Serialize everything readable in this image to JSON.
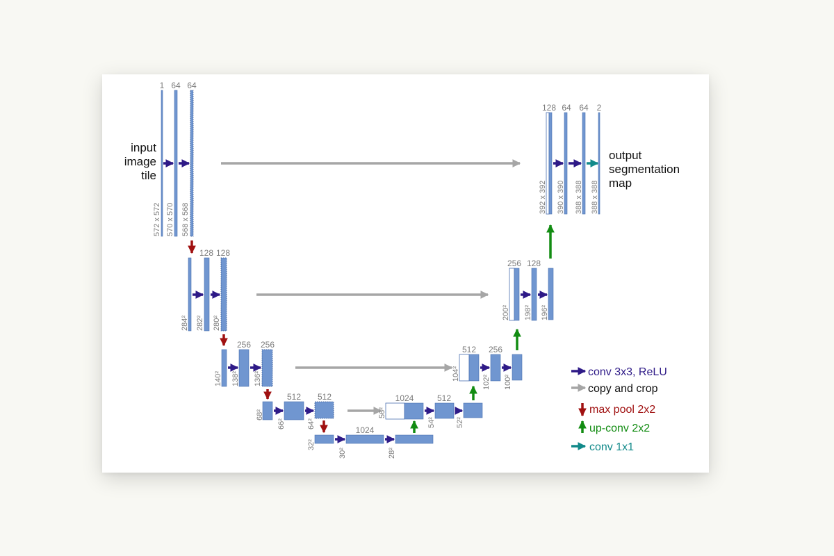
{
  "input_label": [
    "input",
    "image",
    "tile"
  ],
  "output_label": [
    "output",
    "segmentation",
    "map"
  ],
  "channels": {
    "l1": [
      "1",
      "64",
      "64"
    ],
    "l2": [
      "128",
      "128"
    ],
    "l3": [
      "256",
      "256"
    ],
    "l4": [
      "512",
      "512"
    ],
    "l5": [
      "1024"
    ],
    "r4": [
      "1024",
      "512"
    ],
    "r3": [
      "512",
      "256"
    ],
    "r2": [
      "256",
      "128"
    ],
    "r1": [
      "128",
      "64",
      "64",
      "2"
    ]
  },
  "sizes": {
    "l1": [
      "572 x 572",
      "570 x 570",
      "568 x 568"
    ],
    "l2": [
      "284²",
      "282²",
      "280²"
    ],
    "l3": [
      "140²",
      "138²",
      "136²"
    ],
    "l4": [
      "68²",
      "66²",
      "64²"
    ],
    "l5": [
      "32²",
      "30²",
      "28²"
    ],
    "r4": [
      "56²",
      "54²",
      "52²"
    ],
    "r3": [
      "104²",
      "102²",
      "100²"
    ],
    "r2": [
      "200²",
      "198²",
      "196²"
    ],
    "r1": [
      "392 x 392",
      "390 x 390",
      "388 x 388",
      "388 x 388"
    ]
  },
  "legend": [
    {
      "label": "conv 3x3, ReLU",
      "color": "#2e1a87",
      "icon": "arrow-right"
    },
    {
      "label": "copy and crop",
      "color": "#a6a6a6",
      "icon": "arrow-right"
    },
    {
      "label": "max pool 2x2",
      "color": "#a01111",
      "icon": "arrow-down"
    },
    {
      "label": "up-conv 2x2",
      "color": "#128c12",
      "icon": "arrow-up"
    },
    {
      "label": "conv 1x1",
      "color": "#128a8a",
      "icon": "arrow-right"
    }
  ],
  "colors": {
    "block_fill": "#7096d0",
    "block_stroke": "#4a6fb0",
    "copy_block_fill": "#ffffff",
    "conv": "#2e1a87",
    "copy": "#a6a6a6",
    "pool": "#a01111",
    "upconv": "#128c12",
    "conv1x1": "#128a8a"
  }
}
